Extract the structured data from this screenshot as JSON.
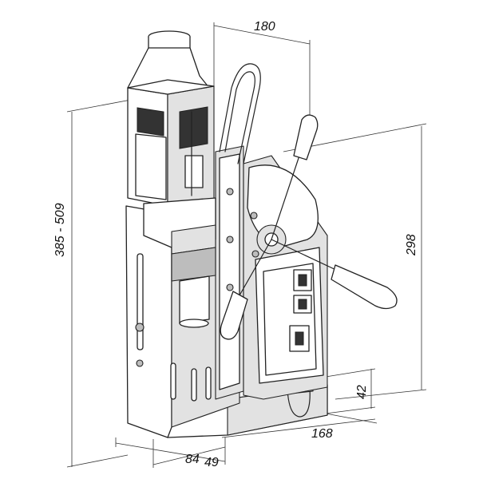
{
  "dimensions": {
    "top_width": "180",
    "total_height": "385 - 509",
    "magnet_height": "298",
    "base_height": "42",
    "base_length": "168",
    "base_width_a": "84",
    "base_width_b": "49"
  },
  "colors": {
    "line": "#222222",
    "shade": "#e2e2e2",
    "background": "#ffffff"
  }
}
